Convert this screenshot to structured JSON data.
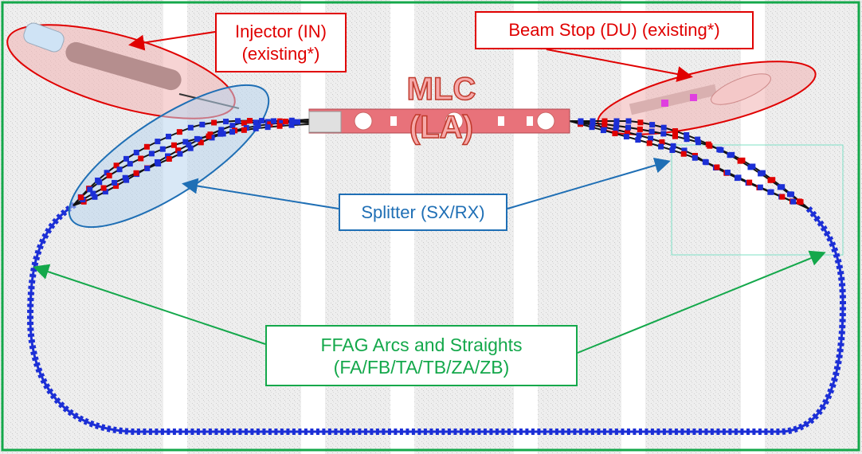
{
  "labels": {
    "injector": [
      "Injector (IN)",
      "(existing*)"
    ],
    "beam_stop": "Beam Stop (DU) (existing*)",
    "mlc": "MLC (LA)",
    "splitter": "Splitter (SX/RX)",
    "ffag": [
      "FFAG Arcs and Straights",
      "(FA/FB/TA/TB/ZA/ZB)"
    ]
  },
  "colors": {
    "frame": "#14a84b",
    "injector_callout": "#e00000",
    "splitter_callout": "#1f6fb5",
    "ffag_callout": "#14a84b",
    "ring_magnets": "#1c2fd6",
    "dipole_magnets": "#e00000",
    "quad_magnets": "#1c2fd6",
    "linac": "#e8727a"
  }
}
